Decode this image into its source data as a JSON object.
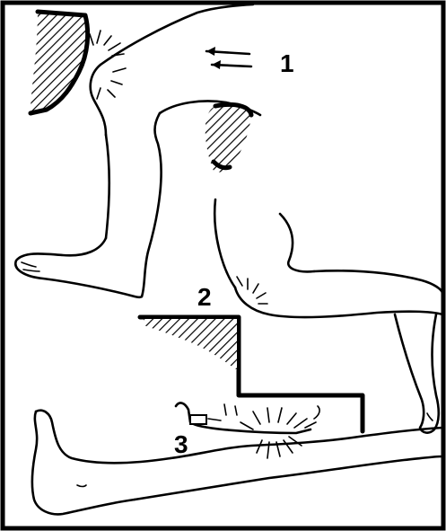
{
  "figure": {
    "labels": [
      "1",
      "2",
      "3"
    ],
    "colors": {
      "ink": "#000000",
      "paper": "#ffffff"
    },
    "motifs": [
      "leg-figure",
      "hatched-obstacle",
      "pain-radiation-lines",
      "direction-arrows",
      "stair-step"
    ]
  }
}
